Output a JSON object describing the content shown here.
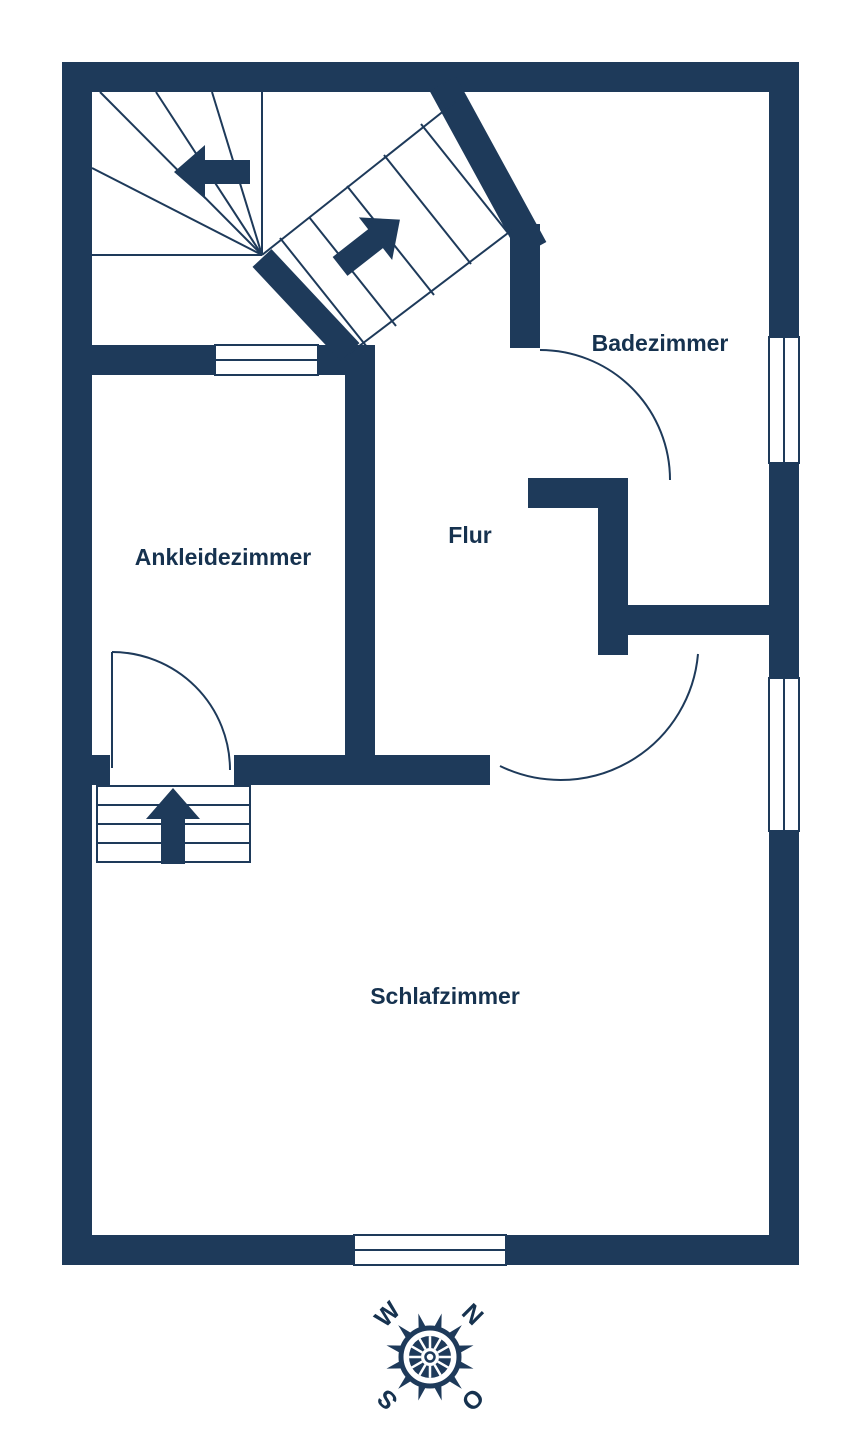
{
  "colors": {
    "wall": "#1e3a5a",
    "text": "#16324f",
    "background": "#ffffff"
  },
  "rooms": [
    {
      "name": "Badezimmer"
    },
    {
      "name": "Flur"
    },
    {
      "name": "Ankleidezimmer"
    },
    {
      "name": "Schlafzimmer"
    }
  ],
  "compass": {
    "north": "N",
    "east": "O",
    "south": "S",
    "west": "W"
  }
}
